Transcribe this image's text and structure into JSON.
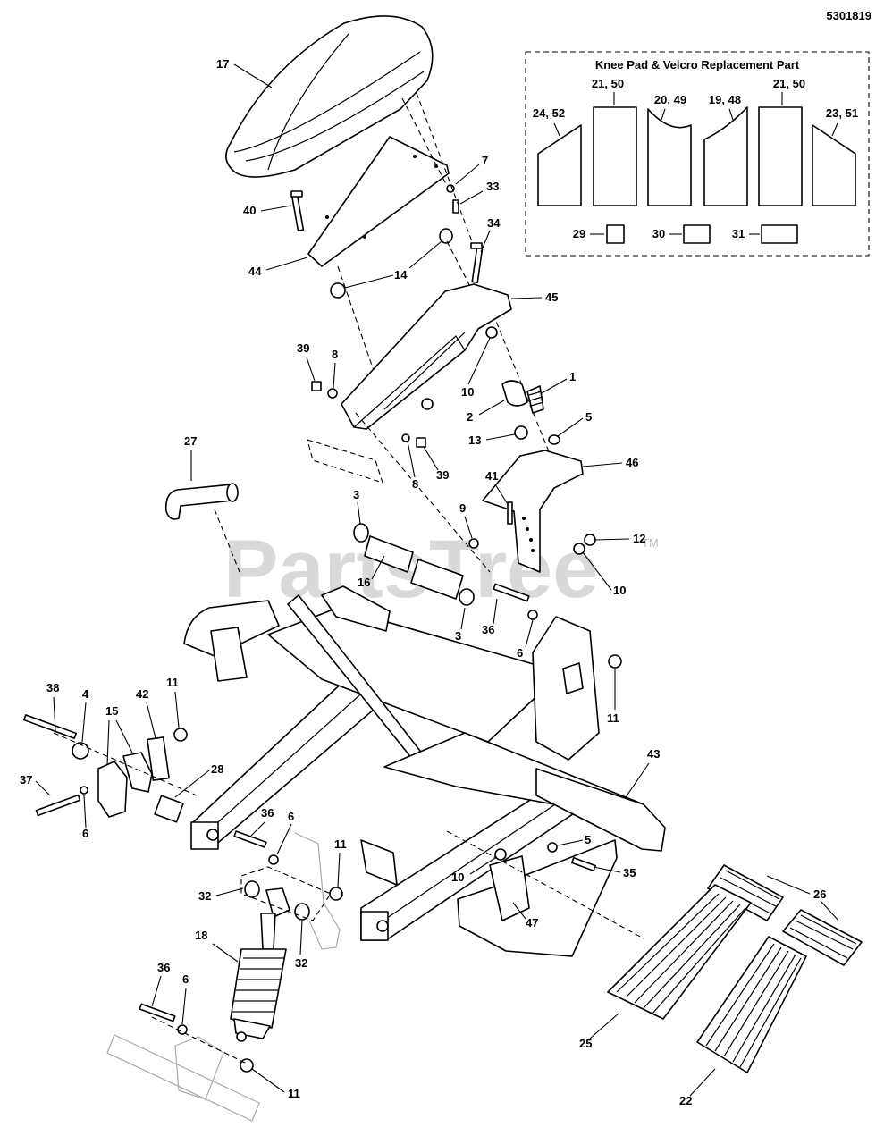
{
  "drawing_number": "5301819",
  "watermark": "PartsTree",
  "watermark_tm": "TM",
  "inset": {
    "title": "Knee Pad & Velcro Replacement Part",
    "pads": [
      "24, 52",
      "21, 50",
      "20, 49",
      "19, 48",
      "21, 50",
      "23, 51"
    ],
    "small_parts": [
      "29",
      "30",
      "31"
    ]
  },
  "callouts": [
    "17",
    "7",
    "33",
    "40",
    "34",
    "44",
    "14",
    "14",
    "45",
    "39",
    "8",
    "10",
    "1",
    "2",
    "5",
    "13",
    "8",
    "39",
    "46",
    "27",
    "41",
    "3",
    "9",
    "12",
    "16",
    "10",
    "36",
    "3",
    "6",
    "11",
    "38",
    "4",
    "42",
    "11",
    "15",
    "37",
    "28",
    "6",
    "43",
    "36",
    "6",
    "11",
    "5",
    "35",
    "10",
    "26",
    "32",
    "47",
    "18",
    "32",
    "36",
    "6",
    "25",
    "22",
    "11"
  ]
}
